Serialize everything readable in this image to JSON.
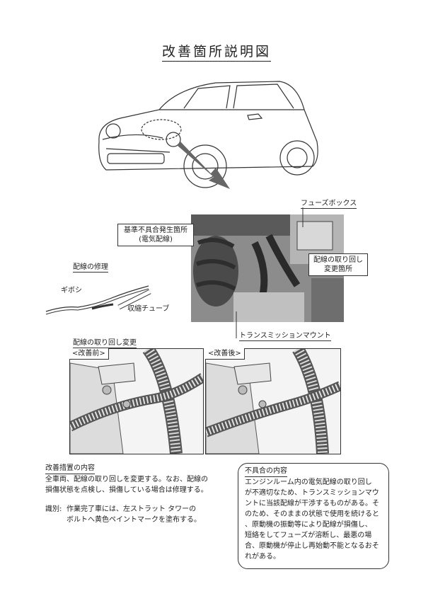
{
  "title": "改善箇所説明図",
  "labels": {
    "fuse_box": "フューズボックス",
    "defect_location_line1": "基準不具合発生箇所",
    "defect_location_line2": "(電気配線)",
    "rerouting_change_line1": "配線の取り回し",
    "rerouting_change_line2": "変更箇所",
    "transmission_mount": "トランスミッションマウント",
    "wiring_repair": "配線の修理",
    "gibosi": "ギボシ",
    "shrink_tube": "収縮チューブ",
    "rerouting_section": "配線の取り回し変更",
    "before": "<改善前>",
    "after": "<改善後>"
  },
  "remedy": {
    "heading": "改善措置の内容",
    "lines": [
      "全車両、配線の取り回しを変更する。なお、配線の",
      "損傷状態を点検し、損傷している場合は修理する。"
    ],
    "id_label": "識別:",
    "id_lines": [
      "作業完了車には、左ストラット タワーの",
      "ボルトへ黄色ペイントマークを塗布する。"
    ]
  },
  "defect": {
    "heading": "不具合の内容",
    "lines": [
      "エンジンルーム内の電気配線の取り回し",
      "が不適切なため、トランスミッションマウ",
      "ントに当該配線が干渉するものがある。そ",
      "のため、そのままの状態で使用を続けると",
      "、原動機の振動等により配線が損傷し、",
      "短絡をしてフューズが溶断し、最悪の場",
      "合、原動機が停止し再始動不能となるおそ",
      "れがある。"
    ]
  }
}
